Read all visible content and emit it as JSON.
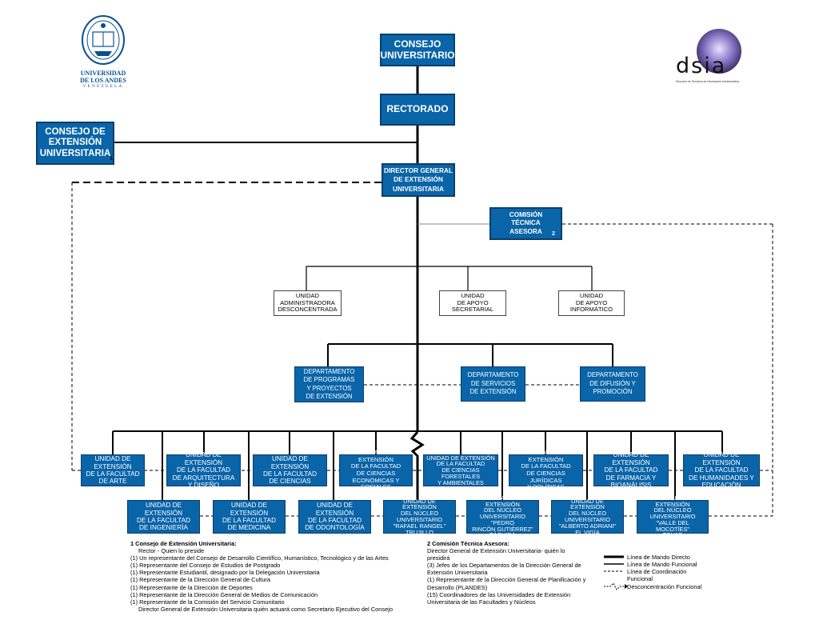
{
  "colors": {
    "box_blue": "#0a64a8",
    "dsia_purple": "#6b5a9e"
  },
  "logos": {
    "ula": {
      "line1": "UNIVERSIDAD",
      "line2": "DE LOS ANDES",
      "line3": "VENEZUELA"
    },
    "dsia": {
      "name": "dsia",
      "subtitle": "Dirección de Servicios de Información Administrativa"
    }
  },
  "top": {
    "consejo_universitario": "CONSEJO\nUNIVERSITARIO",
    "rectorado": "RECTORADO",
    "consejo_extension": "CONSEJO DE\nEXTENSIÓN\nUNIVERSITARIA",
    "consejo_extension_ref": "1",
    "director_general": "DIRECTOR GENERAL\nDE EXTENSIÓN\nUNIVERSITARIA",
    "comision": "COMISIÓN\nTÉCNICA\nASESORA",
    "comision_ref": "2"
  },
  "units": [
    "UNIDAD\nADMINISTRADORA\nDESCONCENTRADA",
    "UNIDAD\nDE APOYO\nSECRETARIAL",
    "UNIDAD\nDE APOYO\nINFORMÁTICO"
  ],
  "departments": [
    "DEPARTAMENTO\nDE PROGRAMAS\nY PROYECTOS\nDE EXTENSIÓN",
    "DEPARTAMENTO\nDE SERVICIOS\nDE EXTENSIÓN",
    "DEPARTAMENTO\nDE DIFUSIÓN Y\nPROMOCIÓN"
  ],
  "row1": [
    "UNIDAD DE EXTENSIÓN\nDE LA FACULTAD\nDE ARTE",
    "UNIDAD DE EXTENSIÓN\nDE LA FACULTAD\nDE ARQUITECTURA\nY DISEÑO",
    "UNIDAD DE EXTENSIÓN\nDE LA FACULTAD\nDE CIENCIAS",
    "UNIDAD DE EXTENSIÓN\nDE LA FACULTAD\nDE CIENCIAS\nECONÓMICAS Y SOCIALES",
    "UNIDAD DE EXTENSIÓN\nDE LA FACULTAD\nDE CIENCIAS\nFORESTALES\nY AMBIENTALES",
    "UNIDAD DE EXTENSIÓN\nDE LA FACULTAD\nDE CIENCIAS JURÍDICAS\nY POLÍTICAS",
    "UNIDAD DE EXTENSIÓN\nDE LA FACULTAD\nDE FARMACIA Y\nBIOANÁLISIS",
    "UNIDAD DE EXTENSIÓN\nDE LA FACULTAD\nDE HUMANIDADES Y\nEDUCACIÓN"
  ],
  "row2": [
    "UNIDAD DE EXTENSIÓN\nDE LA FACULTAD\nDE INGENIERÍA",
    "UNIDAD DE EXTENSIÓN\nDE LA FACULTAD\nDE MEDICINA",
    "UNIDAD DE EXTENSIÓN\nDE LA FACULTAD\nDE ODONTOLOGÍA",
    "UNIDAD DE EXTENSIÓN\nDEL NÚCLEO\nUNIVERSITARIO\n\"RAFAEL RANGEL\"\nTRUJILLO",
    "UNIDAD DE EXTENSIÓN\nDEL NÚCLEO\nUNIVERSITARIO \"PEDRO\nRINCÓN GUTIÉRREZ\"\nTÁCHIRA",
    "UNIDAD DE EXTENSIÓN\nDEL NÚCLEO\nUNIVERSITARIO\n\"ALBERTO ADRIANI\"\nEL VIGÍA",
    "UNIDAD DE EXTENSIÓN\nDEL NÚCLEO\nUNIVERSITARIO\n\"VALLE DEL MOCOTÍES\"\nTOVAR"
  ],
  "notes1": {
    "title": "1 Consejo de Extensión Universitaria:",
    "lines": [
      "Rector - Quien lo preside",
      "(1) Un representante del Consejo de Desarrollo Científico, Humanístico, Tecnológico y de las Artes",
      "(1) Representante del Consejo de Estudios de Postgrado",
      "(1) Representante Estudiantil, designado por la Delegación Universitaria",
      "(1) Representante de la Dirección General de Cultura",
      "(1) Representante de la Dirección de Deportes",
      "(1) Representante de la Dirección General de Medios de Comunicación",
      "(1) Representante de la Comisión del Servicio Comunitario",
      "Director General de Extensión Universitaria quién actuará como Secretario Ejecutivo del Consejo"
    ]
  },
  "notes2": {
    "title": "2 Comisión Técnica Asesora:",
    "lines": [
      "Director General de Extensión Universitaria- quién lo",
      "presidirá",
      "(3) Jefes de los Departamentos de la Dirección General de",
      "Extensión Universitaria",
      "(1) Representante de la Dirección General de Planificación y",
      "Desarrollo (PLANDES)",
      "(15) Coordinadores de las Universidades de Extensión",
      "Universitaria de las Facultades y Núcleos"
    ]
  },
  "legend": [
    "Línea de Mando Directo",
    "Línea de Mando Funcional",
    "Línea de Coordinación\nFuncional",
    "Desconcentración Funcional"
  ]
}
